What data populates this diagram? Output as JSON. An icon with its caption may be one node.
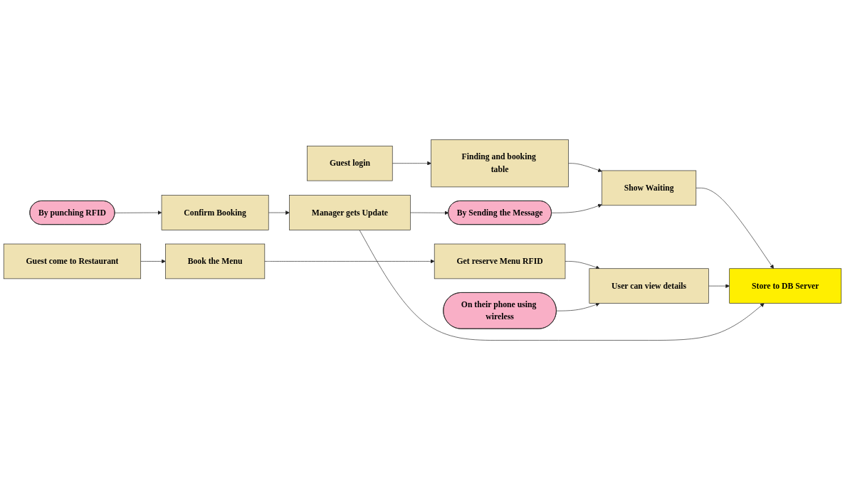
{
  "diagram": {
    "nodes": [
      {
        "text": [
          "Guest login"
        ]
      },
      {
        "text": [
          "Finding and booking table"
        ]
      },
      {
        "text": [
          "Show Waiting"
        ]
      },
      {
        "text": [
          "By Sending the Message"
        ]
      },
      {
        "text": [
          "Guest come to Restaurant"
        ]
      },
      {
        "text": [
          "Book the Menu"
        ]
      },
      {
        "text": [
          "Get reserve Menu RFID"
        ]
      },
      {
        "text": [
          "User can view details"
        ]
      },
      {
        "text": [
          "Store to DB Server"
        ]
      },
      {
        "text": [
          "Manager gets Update"
        ]
      },
      {
        "text": [
          "Confirm Booking"
        ]
      },
      {
        "text": [
          "On their phone using wireless"
        ]
      },
      {
        "text": [
          "By punching RFID"
        ]
      }
    ],
    "edges": [
      {
        "from": 0,
        "to": 1,
        "arrow": "to"
      },
      {
        "from": 1,
        "to": 2,
        "arrow": "to"
      },
      {
        "from": 2,
        "to": 8,
        "arrow": "to"
      },
      {
        "from": 3,
        "to": 2,
        "arrow": "to"
      },
      {
        "from": 4,
        "to": 5,
        "arrow": "to"
      },
      {
        "from": 5,
        "to": 6,
        "arrow": "to"
      },
      {
        "from": 6,
        "to": 7,
        "arrow": "to"
      },
      {
        "from": 7,
        "to": 8,
        "arrow": "to"
      },
      {
        "from": 9,
        "to": 8,
        "arrow": "to"
      },
      {
        "from": 9,
        "to": 3,
        "arrow": "to"
      },
      {
        "from": 10,
        "to": 9,
        "arrow": "to"
      },
      {
        "from": 11,
        "to": 7,
        "arrow": "to"
      },
      {
        "from": 12,
        "to": 10,
        "arrow": "to"
      }
    ]
  }
}
